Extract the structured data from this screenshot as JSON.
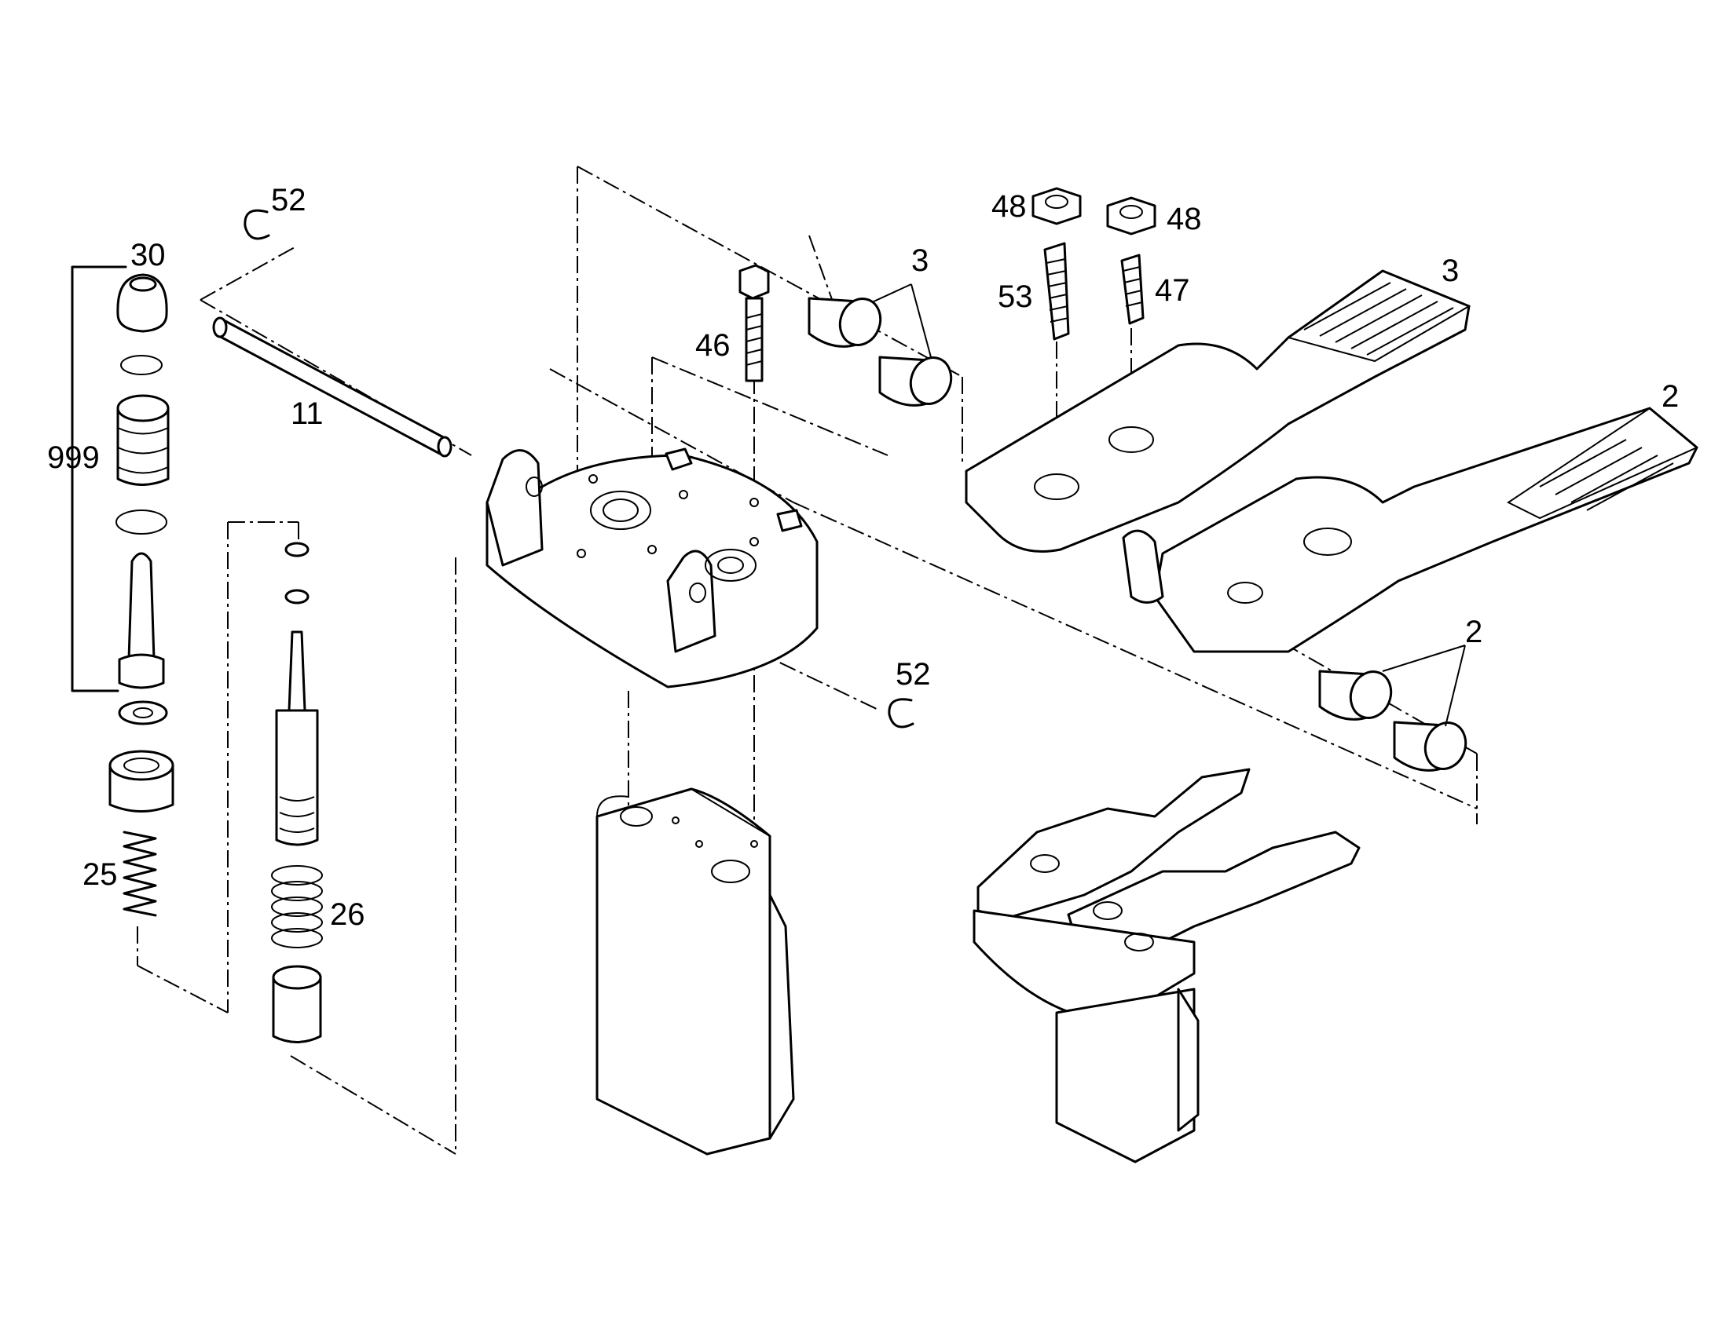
{
  "diagram": {
    "callouts": {
      "c52_top": "52",
      "c30": "30",
      "c999": "999",
      "c11": "11",
      "c25": "25",
      "c26": "26",
      "c46": "46",
      "c3_bush": "3",
      "c48_left": "48",
      "c48_right": "48",
      "c53": "53",
      "c47": "47",
      "c3_pedal": "3",
      "c2_pedal": "2",
      "c52_right": "52",
      "c2_bush": "2"
    }
  }
}
